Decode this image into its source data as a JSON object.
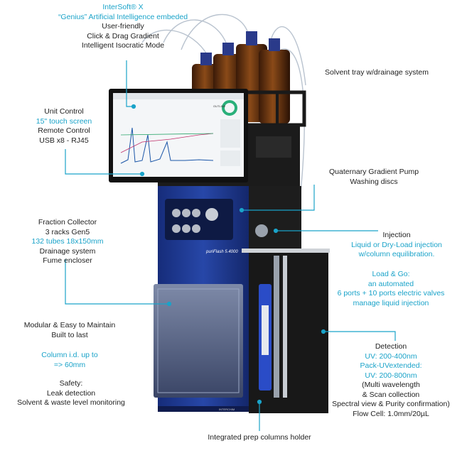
{
  "accent_color": "#1aa3c9",
  "annotations": {
    "software": {
      "title": "InterSoft® X",
      "subtitle": "“Genius” Artificial Intelligence embeded",
      "lines": [
        "User-friendly",
        "Click & Drag Gradient",
        "Intelligent Isocratic Mode"
      ]
    },
    "unit_control": {
      "title": "Unit Control",
      "highlight": "15\" touch screen",
      "lines": [
        "Remote Control",
        "USB x8 - RJ45"
      ]
    },
    "solvent_tray": {
      "title": "Solvent tray w/drainage system"
    },
    "pump": {
      "lines": [
        "Quaternary Gradient Pump",
        "Washing discs"
      ]
    },
    "fraction_collector": {
      "title": "Fraction Collector",
      "line1": "3 racks Gen5",
      "highlight": "132 tubes 18x150mm",
      "lines": [
        "Drainage system",
        "Fume encloser"
      ]
    },
    "injection": {
      "title": "Injection",
      "highlight_lines": [
        "Liquid or Dry-Load injection",
        "w/column equilibration."
      ]
    },
    "load_go": {
      "highlight_lines": [
        "Load & Go:",
        "an automated",
        "6 ports + 10 ports electric valves",
        "manage liquid injection"
      ]
    },
    "modular": {
      "lines": [
        "Modular & Easy to Maintain",
        "Built to last"
      ]
    },
    "column": {
      "highlight_lines": [
        "Column i.d. up to",
        "=> 60mm"
      ]
    },
    "safety": {
      "lines": [
        "Safety:",
        "Leak detection",
        "Solvent & waste level monitoring"
      ]
    },
    "detection": {
      "title": "Detection",
      "highlight_lines": [
        "UV: 200-400nm",
        "Pack-UVextended:",
        "UV: 200-800nm"
      ],
      "lines": [
        "(Multi wavelength",
        "& Scan collection",
        "Spectral view & Purity confirmation)",
        "Flow Cell: 1.0mm/20µL"
      ]
    },
    "column_holder": {
      "title": "Integrated prep columns holder"
    }
  },
  "device": {
    "front_label": "puriFlash 5.4000",
    "screen_header": "OUTLINE",
    "brand_small": "INTERCHIM"
  }
}
